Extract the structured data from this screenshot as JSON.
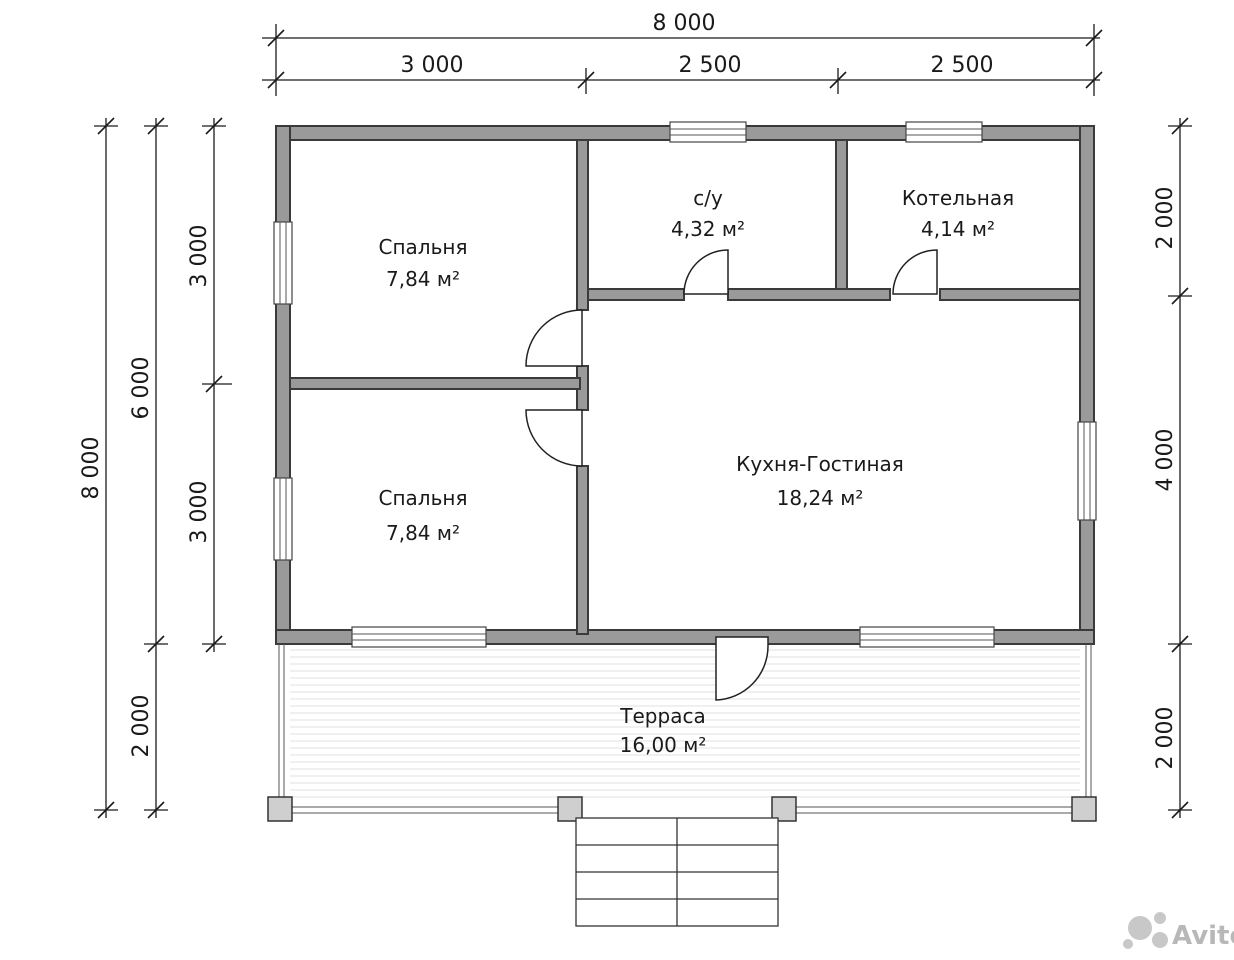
{
  "dimensions": {
    "top_total": "8 000",
    "top_segments": [
      "3 000",
      "2 500",
      "2 500"
    ],
    "left_total": "8 000",
    "left_mid": "6 000",
    "left_segments_outer": [
      "2 000"
    ],
    "left_segments_inner": [
      "3 000",
      "3 000"
    ],
    "right_segments": [
      "2 000",
      "4 000",
      "2 000"
    ]
  },
  "rooms": [
    {
      "name": "Спальня",
      "area": "7,84 м²"
    },
    {
      "name": "с/у",
      "area": "4,32 м²"
    },
    {
      "name": "Котельная",
      "area": "4,14 м²"
    },
    {
      "name": "Спальня",
      "area": "7,84 м²"
    },
    {
      "name": "Кухня-Гостиная",
      "area": "18,24 м²"
    },
    {
      "name": "Терраса",
      "area": "16,00 м²"
    }
  ],
  "watermark": {
    "text": "Avito",
    "icon": "avito-dots-icon"
  },
  "colors": {
    "wall": "#9a9a9a",
    "line": "#1a1a1a"
  }
}
